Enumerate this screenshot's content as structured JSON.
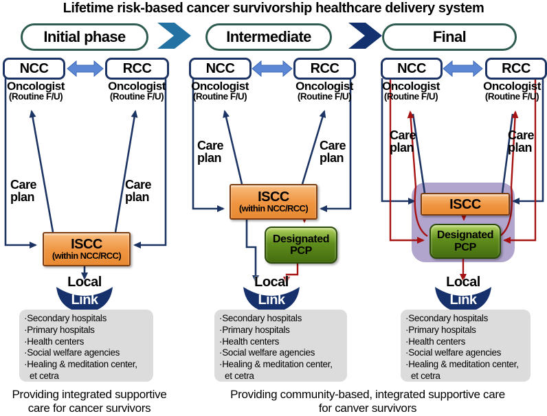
{
  "title": "Lifetime risk-based cancer survivorship healthcare delivery system",
  "phases": [
    {
      "label": "Initial phase"
    },
    {
      "label": "Intermediate"
    },
    {
      "label": "Final"
    }
  ],
  "captions": [
    {
      "line1": "Providing integrated supportive",
      "line2": "care for cancer survivors"
    },
    {
      "line1": "Providing community-based, integrated supportive care",
      "line2": "for canver survivors"
    }
  ],
  "columns": [
    {
      "left_box": "NCC",
      "right_box": "RCC",
      "oncologist": "Oncologist",
      "routine_fu": "(Routine F/U)",
      "care_plan": "Care plan",
      "iscc_label": "ISCC",
      "iscc_sub": "(within NCC/RCC)",
      "local_label": "Local",
      "link_label": "Link",
      "services": [
        "Secondary hospitals",
        "Primary hospitals",
        "Health centers",
        "Social welfare agencies",
        "Healing & meditation center,",
        "et cetra"
      ]
    },
    {
      "left_box": "NCC",
      "right_box": "RCC",
      "oncologist": "Oncologist",
      "routine_fu": "(Routine F/U)",
      "care_plan": "Care plan",
      "iscc_label": "ISCC",
      "iscc_sub": "(within NCC/RCC)",
      "pcp_line1": "Designated",
      "pcp_line2": "PCP",
      "local_label": "Local",
      "link_label": "Link",
      "services": [
        "Secondary hospitals",
        "Primary hospitals",
        "Health centers",
        "Social welfare agencies",
        "Healing & meditation center,",
        "et cetra"
      ]
    },
    {
      "left_box": "NCC",
      "right_box": "RCC",
      "oncologist": "Oncologist",
      "routine_fu": "(Routine F/U)",
      "care_plan": "Care plan",
      "iscc_label": "ISCC",
      "pcp_line1": "Designated",
      "pcp_line2": "PCP",
      "local_label": "Local",
      "link_label": "Link",
      "services": [
        "Secondary hospitals",
        "Primary hospitals",
        "Health centers",
        "Social welfare agencies",
        "Healing & meditation center,",
        "et cetra"
      ]
    }
  ],
  "colors": {
    "navy": "#1c3463",
    "red_arrow": "#a61212",
    "iscc_orange": "#ef9440",
    "pcp_green": "#5f8d1c",
    "purple_panel": "#b1a5cd",
    "ncc_rcc_arrow_blue": "#5b87d5",
    "chevron_teal": "#2471a3",
    "chevron_navy": "#12316e",
    "pill_border_green": "#2e5b50",
    "services_gray": "#dcdcdc"
  }
}
